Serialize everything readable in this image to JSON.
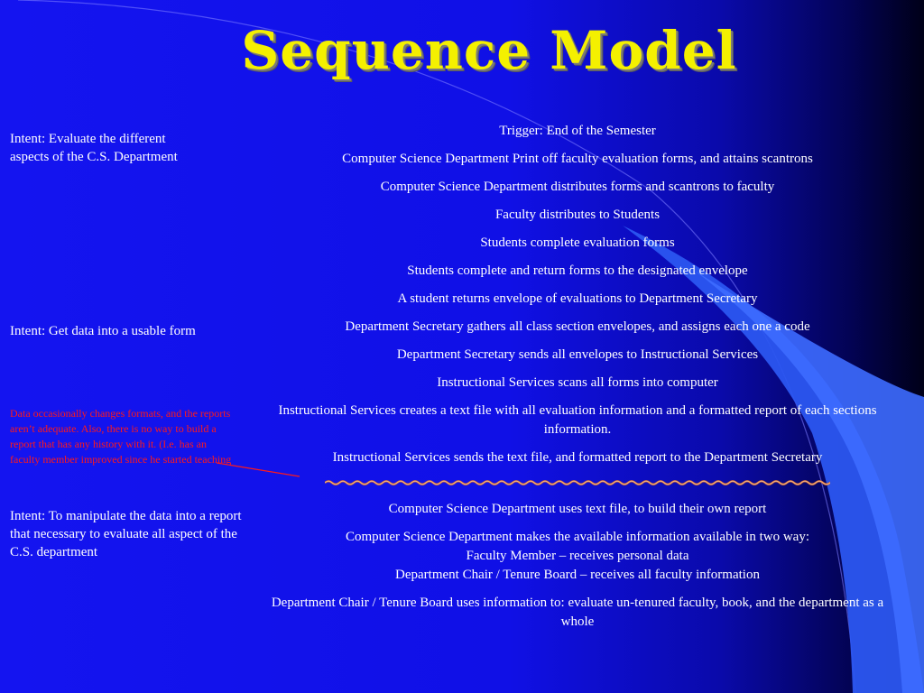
{
  "slide": {
    "title": "Sequence Model",
    "colors": {
      "title": "#f4f000",
      "text": "#ffffff",
      "note": "#ff1a1a",
      "squiggle": "#d86a2c"
    }
  },
  "intents": [
    {
      "text": "Intent:  Evaluate the different aspects of the C.S. Department"
    },
    {
      "text": "Intent:  Get data into a usable form"
    },
    {
      "text": "Data occasionally changes formats, and the reports aren’t adequate.  Also, there is no way to build a report that has any history with it.  (I.e. has an faculty member improved since he started teaching"
    },
    {
      "text": "Intent:  To manipulate the data into a report that necessary to evaluate all aspect of the C.S. department"
    }
  ],
  "steps_before": [
    "Trigger:  End of the Semester",
    "Computer Science Department Print off  faculty evaluation forms, and attains scantrons",
    "Computer Science Department distributes forms and scantrons to faculty",
    "Faculty distributes to Students",
    "Students complete evaluation forms",
    "Students complete and return forms to the designated envelope",
    "A student returns envelope of evaluations to Department Secretary",
    "Department Secretary gathers all class section envelopes, and assigns each one a code",
    "Department Secretary sends all envelopes to Instructional Services",
    "Instructional Services scans all forms into computer",
    "Instructional Services creates a text file with all evaluation information and a formatted report of each sections information.",
    "Instructional Services sends the text file, and formatted report to the Department Secretary"
  ],
  "steps_after": {
    "s1": "Computer Science Department uses text file, to build their own report",
    "s2_line1": "Computer Science Department makes the available information available in two way:",
    "s2_line2": "Faculty Member – receives personal data",
    "s2_line3": "Department Chair / Tenure Board – receives all faculty information",
    "s3": "Department Chair /  Tenure Board uses information to: evaluate un-tenured faculty, book, and the department as a whole"
  }
}
